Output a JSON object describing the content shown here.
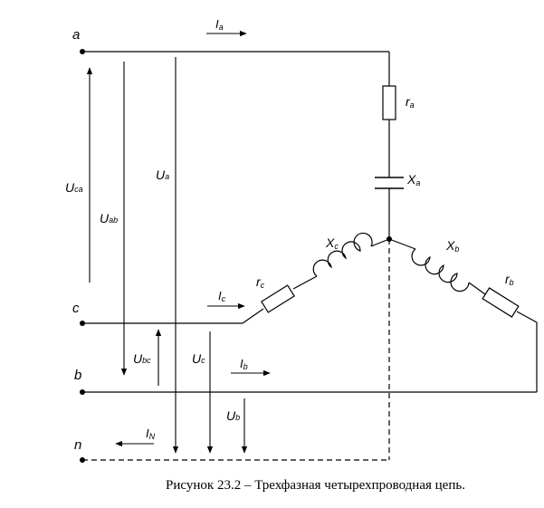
{
  "nodes": {
    "a": "a",
    "b": "b",
    "c": "c",
    "n": "n"
  },
  "currents": {
    "Ia": {
      "main": "I",
      "sub": "a"
    },
    "Ib": {
      "main": "I",
      "sub": "b"
    },
    "Ic": {
      "main": "I",
      "sub": "c"
    },
    "IN": {
      "main": "I",
      "sub": "N"
    }
  },
  "voltages": {
    "Uca": {
      "main": "U",
      "sub": "ca"
    },
    "Uab": {
      "main": "U",
      "sub": "ab"
    },
    "Ua": {
      "main": "U",
      "sub": "a"
    },
    "Ubc": {
      "main": "U",
      "sub": "bc"
    },
    "Uc": {
      "main": "U",
      "sub": "c"
    },
    "Ub": {
      "main": "U",
      "sub": "b"
    }
  },
  "components": {
    "ra": {
      "main": "r",
      "sub": "a"
    },
    "Xa": {
      "main": "X",
      "sub": "a"
    },
    "rb": {
      "main": "r",
      "sub": "b"
    },
    "Xb": {
      "main": "X",
      "sub": "b"
    },
    "rc": {
      "main": "r",
      "sub": "c"
    },
    "Xc": {
      "main": "X",
      "sub": "c"
    }
  },
  "caption": "Рисунок 23.2 – Трехфазная четырехпроводная цепь."
}
